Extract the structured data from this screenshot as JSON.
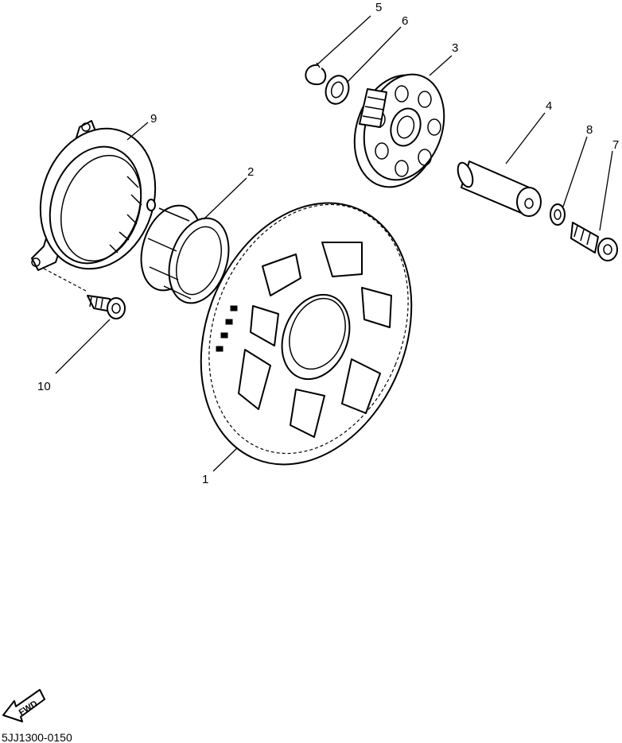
{
  "callouts": [
    {
      "id": "1",
      "label": "1"
    },
    {
      "id": "2",
      "label": "2"
    },
    {
      "id": "3",
      "label": "3"
    },
    {
      "id": "4",
      "label": "4"
    },
    {
      "id": "5",
      "label": "5"
    },
    {
      "id": "6",
      "label": "6"
    },
    {
      "id": "7",
      "label": "7"
    },
    {
      "id": "8",
      "label": "8"
    },
    {
      "id": "9",
      "label": "9"
    },
    {
      "id": "10",
      "label": "10"
    }
  ],
  "fwd_label": "FWD",
  "drawing_code": "5JJ1300-0150",
  "colors": {
    "line": "#000000",
    "background": "#ffffff"
  }
}
